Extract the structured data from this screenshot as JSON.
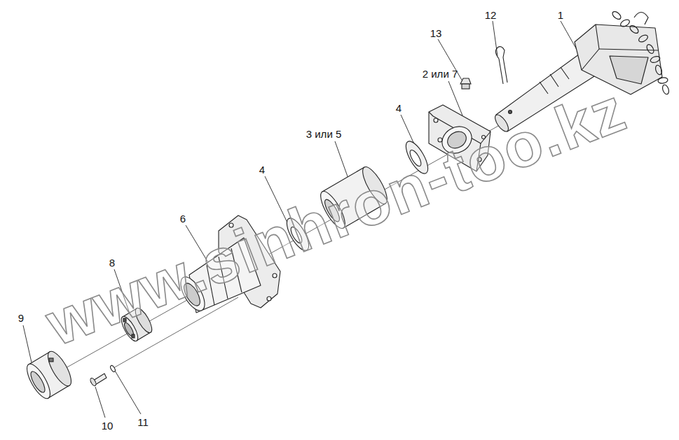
{
  "diagram": {
    "labels": [
      "1",
      "12",
      "13",
      "2 или 7",
      "4",
      "3 или 5",
      "4",
      "6",
      "8",
      "9",
      "10",
      "11",
      "www.sinhron-too.kz"
    ]
  }
}
